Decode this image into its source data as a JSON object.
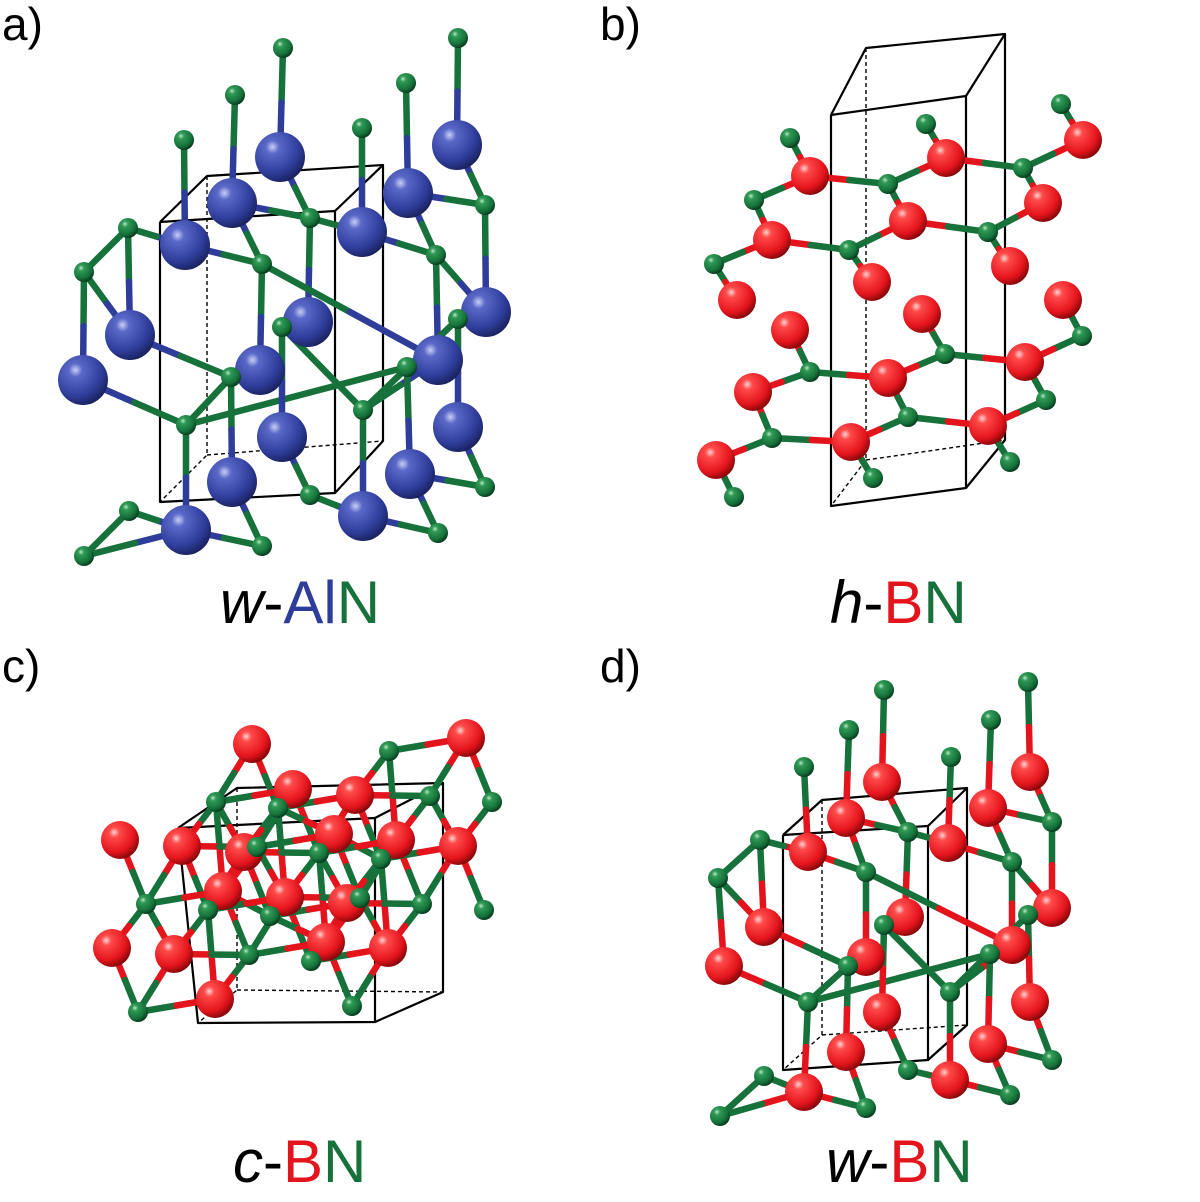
{
  "colors": {
    "nitrogen": "#16713a",
    "aluminum": "#2e3d9a",
    "boron": "#e4141c",
    "cell_edge": "#000000"
  },
  "panels": [
    {
      "id": "a",
      "label": "a)",
      "caption": {
        "prefix": "w",
        "dash": "-",
        "cation": "Al",
        "anion": "N",
        "cation_color": "aluminum"
      }
    },
    {
      "id": "b",
      "label": "b)",
      "caption": {
        "prefix": "h",
        "dash": "-",
        "cation": "B",
        "anion": "N",
        "cation_color": "boron"
      }
    },
    {
      "id": "c",
      "label": "c)",
      "caption": {
        "prefix": "c",
        "dash": "-",
        "cation": "B",
        "anion": "N",
        "cation_color": "boron"
      }
    },
    {
      "id": "d",
      "label": "d)",
      "caption": {
        "prefix": "w",
        "dash": "-",
        "cation": "B",
        "anion": "N",
        "cation_color": "boron"
      }
    }
  ]
}
